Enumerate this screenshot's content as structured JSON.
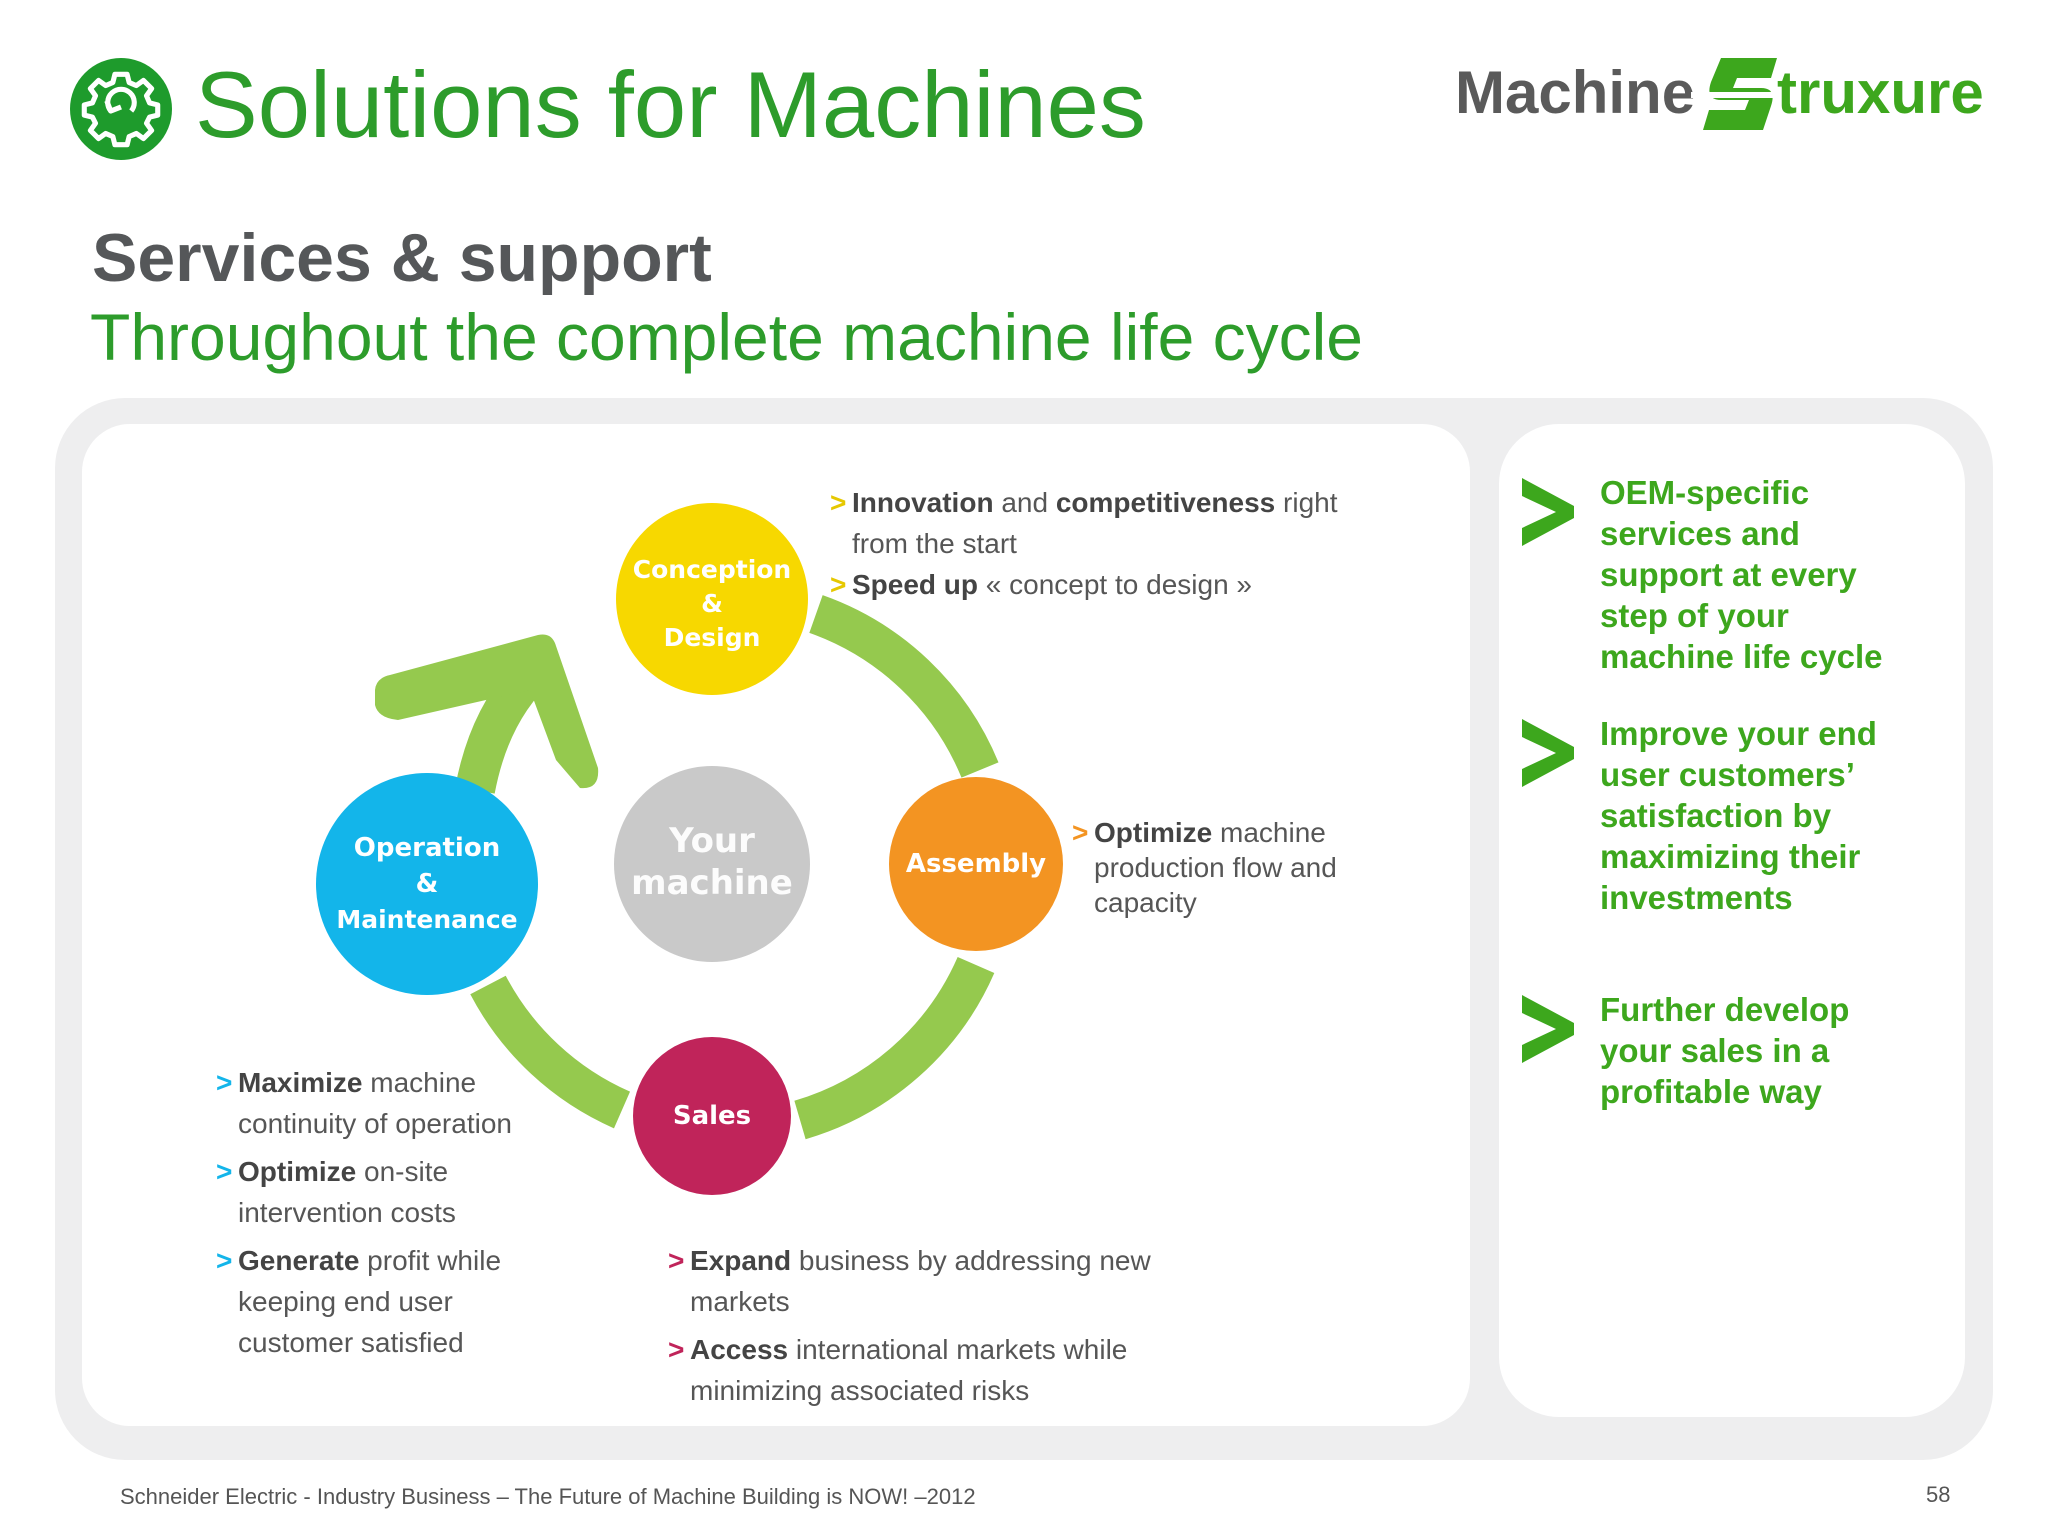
{
  "header": {
    "title": "Solutions for Machines",
    "icon": "gear-icon",
    "logo_part1": "Machine",
    "logo_part2": "truxure"
  },
  "subtitle": {
    "line1": "Services & support",
    "line2": "Throughout the complete machine life cycle"
  },
  "cycle": {
    "center": [
      "Your",
      "machine"
    ],
    "conception": [
      "Conception",
      "&",
      "Design"
    ],
    "assembly": "Assembly",
    "sales": "Sales",
    "operation": [
      "Operation",
      "&",
      "Maintenance"
    ]
  },
  "bullets": {
    "conception": [
      {
        "bold": "Innovation",
        "text1": " and ",
        "bold2": "competitiveness",
        "text2": " right",
        "cont": "from the start"
      },
      {
        "bold": "Speed up",
        "text": " « concept to design »"
      }
    ],
    "assembly": {
      "bold": "Optimize",
      "text": " machine",
      "cont1": "production flow and",
      "cont2": "capacity"
    },
    "operation": [
      {
        "bold": "Maximize",
        "text": " machine",
        "cont": "continuity of operation"
      },
      {
        "bold": "Optimize",
        "text": " on-site",
        "cont": "intervention costs"
      },
      {
        "bold": "Generate",
        "text": " profit while",
        "cont": "keeping end user",
        "cont2": "customer satisfied"
      }
    ],
    "sales": [
      {
        "bold": "Expand",
        "text": " business by addressing new",
        "cont": "markets"
      },
      {
        "bold": "Access",
        "text": " international markets while",
        "cont": "minimizing associated risks"
      }
    ]
  },
  "right_panel": [
    [
      "OEM-specific",
      "services and",
      "support at every",
      "step of your",
      "machine life cycle"
    ],
    [
      "Improve your end",
      "user customers’",
      "satisfaction by",
      "maximizing their",
      "investments"
    ],
    [
      "Further develop",
      "your sales in a",
      "profitable way"
    ]
  ],
  "chevron_symbol": ">",
  "colors": {
    "brand_green": "#2d9c2b",
    "arc_green": "#95c94e",
    "conception": "#f7d800",
    "assembly": "#f39422",
    "sales": "#c0245a",
    "operation": "#13b5ea",
    "center": "#c9c9c9"
  },
  "footer": {
    "text": "Schneider Electric - Industry Business – The Future of Machine Building is NOW! –2012",
    "page": "58"
  }
}
